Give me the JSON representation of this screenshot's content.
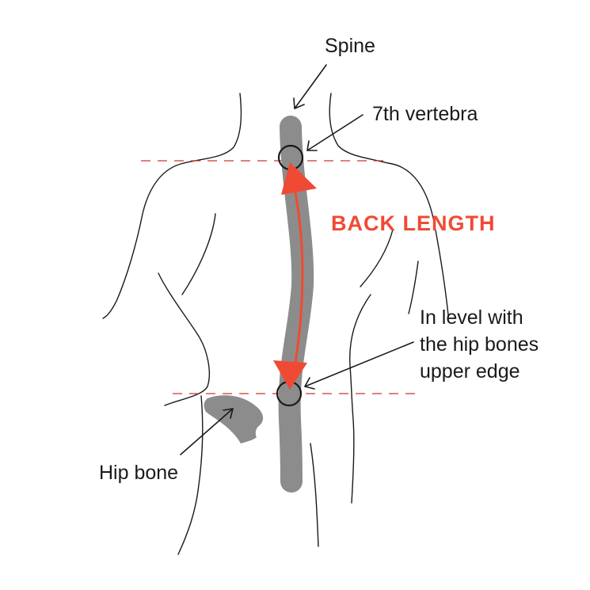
{
  "labels": {
    "spine": "Spine",
    "vertebra": "7th vertebra",
    "measurement": "BACK LENGTH",
    "hip_level_line1": "In level with",
    "hip_level_line2": "the hip bones",
    "hip_level_line3": "upper edge",
    "hip_bone": "Hip bone"
  },
  "colors": {
    "measurement": "#f04a34",
    "spine": "#8c8c8c",
    "reference_line": "#d0342c",
    "outline": "#1a1a1a"
  }
}
